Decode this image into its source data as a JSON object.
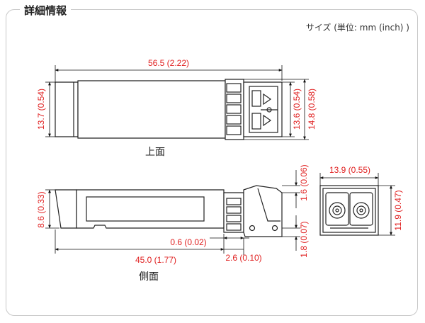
{
  "section_title": "詳細情報",
  "units_note": "サイズ (単位: mm (inch) )",
  "views": {
    "top": "上面",
    "side": "側面"
  },
  "dimensions": {
    "top_length": "56.5 (2.22)",
    "top_body_height": "13.7 (0.54)",
    "top_connector_height": "13.6 (0.54)",
    "top_overall_height": "14.8 (0.58)",
    "side_height": "8.6 (0.33)",
    "side_offset_small": "0.6 (0.02)",
    "side_length": "45.0 (1.77)",
    "side_offset": "2.6 (0.10)",
    "side_tab_height": "1.6 (0.06)",
    "side_bottom_height": "1.8 (0.07)",
    "front_width": "13.9 (0.55)",
    "front_height": "11.9 (0.47)"
  },
  "colors": {
    "dimension": "#e02020",
    "outline": "#222222",
    "frame": "#c8c8c8"
  }
}
